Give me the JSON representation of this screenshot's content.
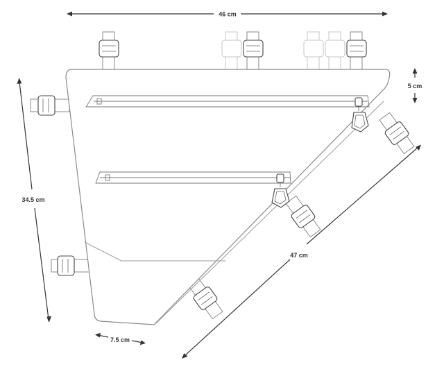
{
  "dimensions": {
    "top_width": "46 cm",
    "end_height": "5 cm",
    "side_height": "34.5 cm",
    "diagonal_length": "47 cm",
    "bottom_width": "7.5 cm"
  },
  "colors": {
    "line": "#333333",
    "outline": "#9a9a9a",
    "buckle": "#444444",
    "background": "#ffffff"
  }
}
